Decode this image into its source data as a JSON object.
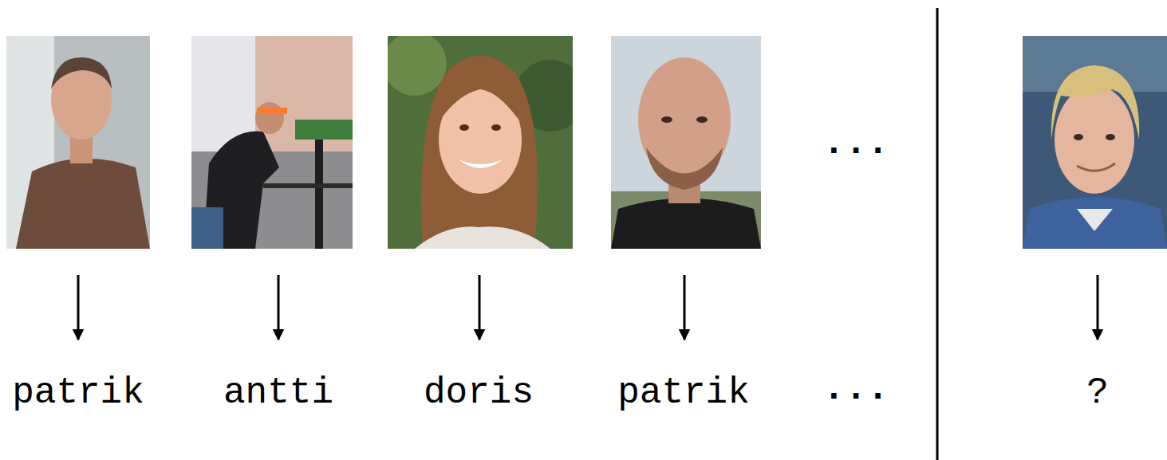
{
  "diagram": {
    "labels": [
      "patrik",
      "antti",
      "doris",
      "patrik",
      "...",
      "...",
      "?"
    ]
  }
}
